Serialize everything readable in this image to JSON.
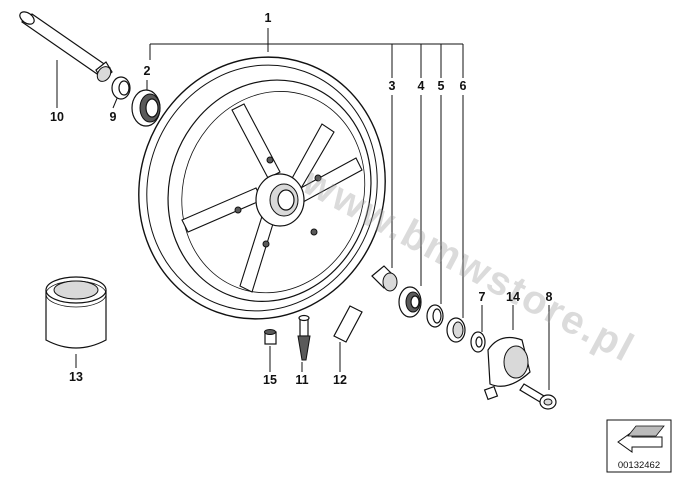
{
  "diagram": {
    "callouts": [
      {
        "id": "1",
        "label": "1"
      },
      {
        "id": "2",
        "label": "2"
      },
      {
        "id": "3",
        "label": "3"
      },
      {
        "id": "4",
        "label": "4"
      },
      {
        "id": "5",
        "label": "5"
      },
      {
        "id": "6",
        "label": "6"
      },
      {
        "id": "7",
        "label": "7"
      },
      {
        "id": "8",
        "label": "8"
      },
      {
        "id": "9",
        "label": "9"
      },
      {
        "id": "10",
        "label": "10"
      },
      {
        "id": "11",
        "label": "11"
      },
      {
        "id": "12",
        "label": "12"
      },
      {
        "id": "13",
        "label": "13"
      },
      {
        "id": "14",
        "label": "14"
      },
      {
        "id": "15",
        "label": "15"
      }
    ],
    "watermark": "www.bmwstore.pl",
    "reference_number": "00132462"
  }
}
